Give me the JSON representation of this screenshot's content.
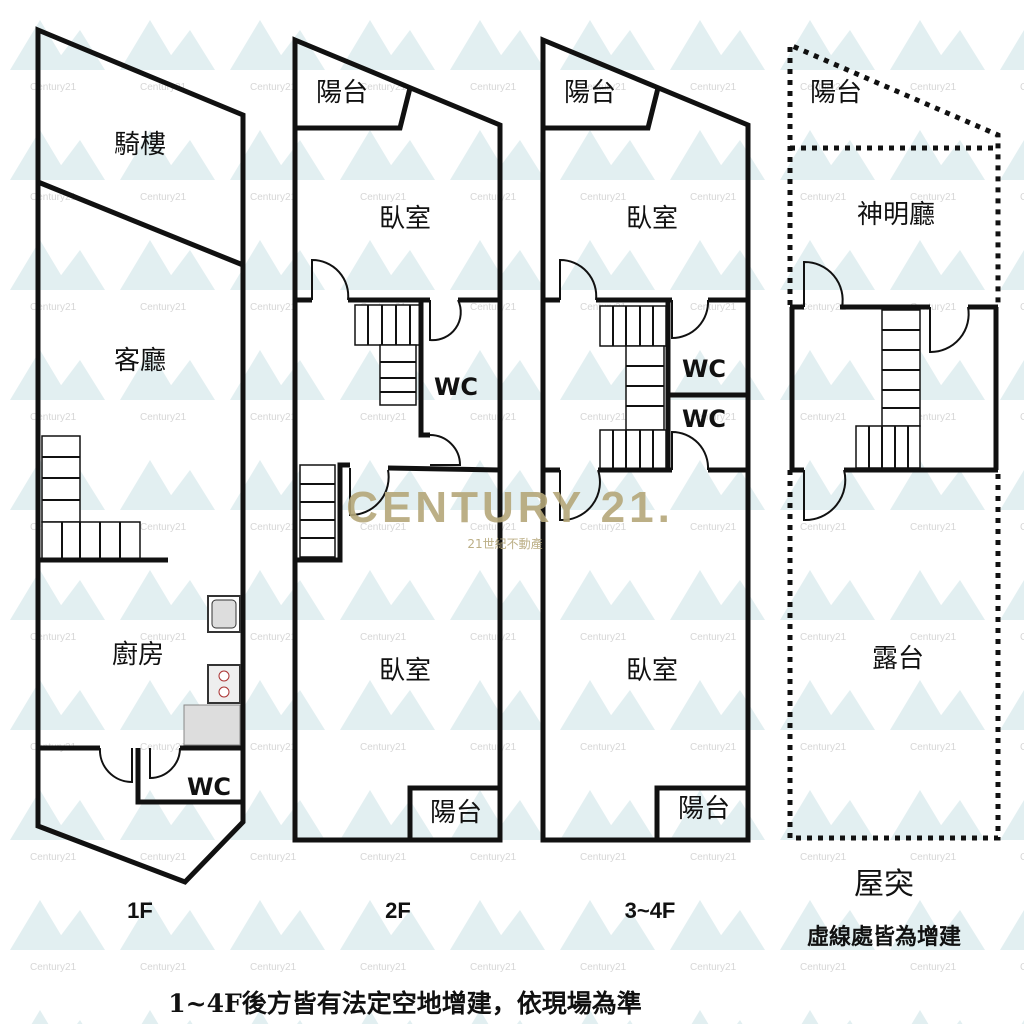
{
  "watermark": {
    "brand": "CENTURY 21.",
    "subtitle": "21世紀不動產",
    "color": "#b5a77a",
    "pattern_color": "#cfe3e6"
  },
  "floors": {
    "f1": {
      "label": "1F",
      "rooms": {
        "arcade": "騎樓",
        "living": "客廳",
        "kitchen": "廚房",
        "wc": "WC"
      }
    },
    "f2": {
      "label": "2F",
      "rooms": {
        "balcony_front": "陽台",
        "bedroom_front": "臥室",
        "wc": "WC",
        "bedroom_back": "臥室",
        "balcony_back": "陽台"
      }
    },
    "f34": {
      "label": "3~4F",
      "rooms": {
        "balcony_front": "陽台",
        "bedroom_front": "臥室",
        "wc1": "WC",
        "wc2": "WC",
        "bedroom_back": "臥室",
        "balcony_back": "陽台"
      }
    },
    "roof": {
      "label": "屋突",
      "note": "虛線處皆為增建",
      "rooms": {
        "balcony": "陽台",
        "shrine": "神明廳",
        "terrace": "露台"
      }
    }
  },
  "footer_note": "1~4F後方皆有法定空地增建，依現場為準"
}
